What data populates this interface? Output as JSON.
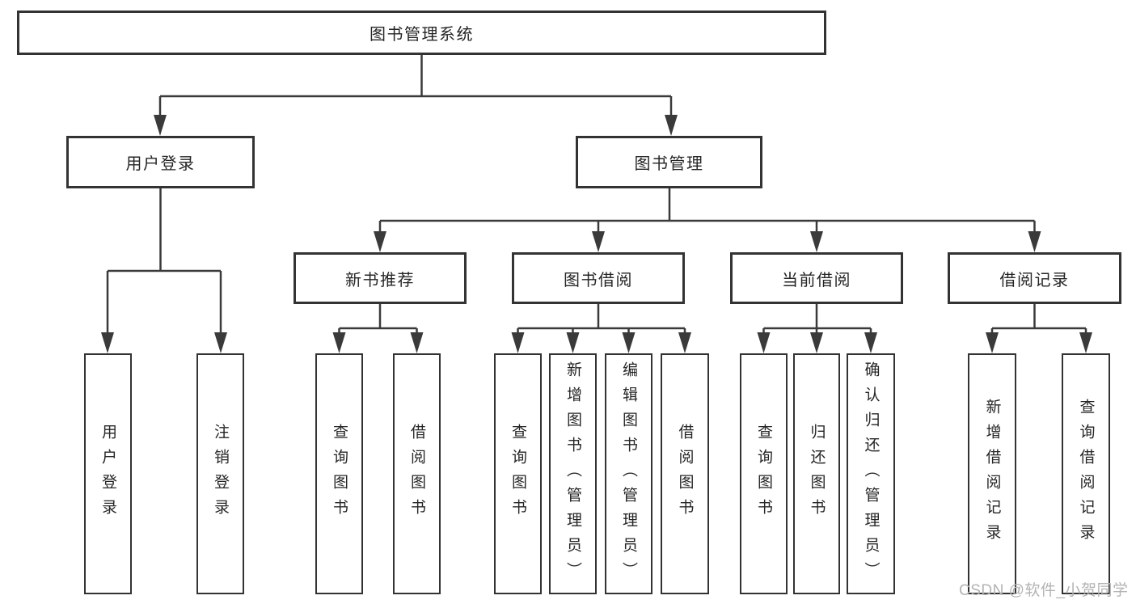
{
  "diagram": {
    "root": {
      "label": "图书管理系统"
    },
    "level2": [
      {
        "label": "用户登录"
      },
      {
        "label": "图书管理"
      }
    ],
    "level3": [
      {
        "label": "新书推荐"
      },
      {
        "label": "图书借阅"
      },
      {
        "label": "当前借阅"
      },
      {
        "label": "借阅记录"
      }
    ],
    "leaves": {
      "user_login": [
        {
          "label": "用户登录"
        },
        {
          "label": "注销登录"
        }
      ],
      "new_books": [
        {
          "label": "查询图书"
        },
        {
          "label": "借阅图书"
        }
      ],
      "book_borrow": [
        {
          "label": "查询图书"
        },
        {
          "label": "新增图书（管理员）"
        },
        {
          "label": "编辑图书（管理员）"
        },
        {
          "label": "借阅图书"
        }
      ],
      "current_borrow": [
        {
          "label": "查询图书"
        },
        {
          "label": "归还图书"
        },
        {
          "label": "确认归还（管理员）"
        }
      ],
      "borrow_record": [
        {
          "label": "新增借阅记录"
        },
        {
          "label": "查询借阅记录"
        }
      ]
    }
  },
  "watermark": {
    "text": "CSDN @软件_小贺同学"
  },
  "colors": {
    "line": "#3a3a3a",
    "border": "#333333",
    "text": "#262626",
    "watermark": "#b3b3b3",
    "background": "#ffffff"
  }
}
